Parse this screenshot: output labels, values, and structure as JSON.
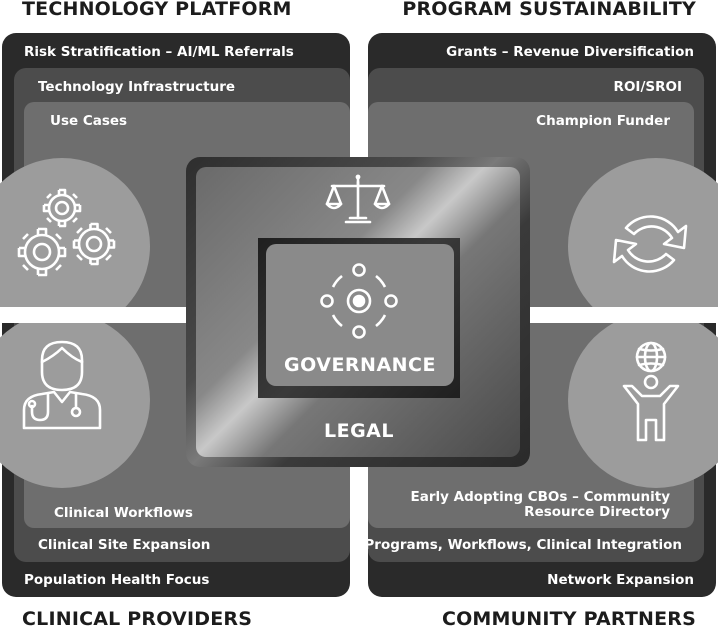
{
  "headings": {
    "tl": "TECHNOLOGY PLATFORM",
    "tr": "PROGRAM SUSTAINABILITY",
    "bl": "CLINICAL PROVIDERS",
    "br": "COMMUNITY PARTNERS"
  },
  "technology": {
    "level1": "Risk Stratification – AI/ML Referrals",
    "level2": "Technology Infrastructure",
    "level3": "Use Cases"
  },
  "sustainability": {
    "level1": "Grants – Revenue Diversification",
    "level2": "ROI/SROI",
    "level3": "Champion Funder"
  },
  "clinical": {
    "level3": "Clinical Workflows",
    "level2": "Clinical Site Expansion",
    "level1": "Population Health Focus"
  },
  "community": {
    "level3_line1": "Early Adopting CBOs – Community",
    "level3_line2": "Resource Directory",
    "level2": "Programs, Workflows, Clinical Integration",
    "level1": "Network Expansion"
  },
  "center": {
    "governance": "GOVERNANCE",
    "legal": "LEGAL"
  },
  "icons": {
    "technology": "gears-icon",
    "sustainability": "refresh-cycle-icon",
    "clinical": "doctor-icon",
    "community": "globe-person-icon",
    "legal": "scales-icon",
    "governance": "network-nodes-icon"
  }
}
